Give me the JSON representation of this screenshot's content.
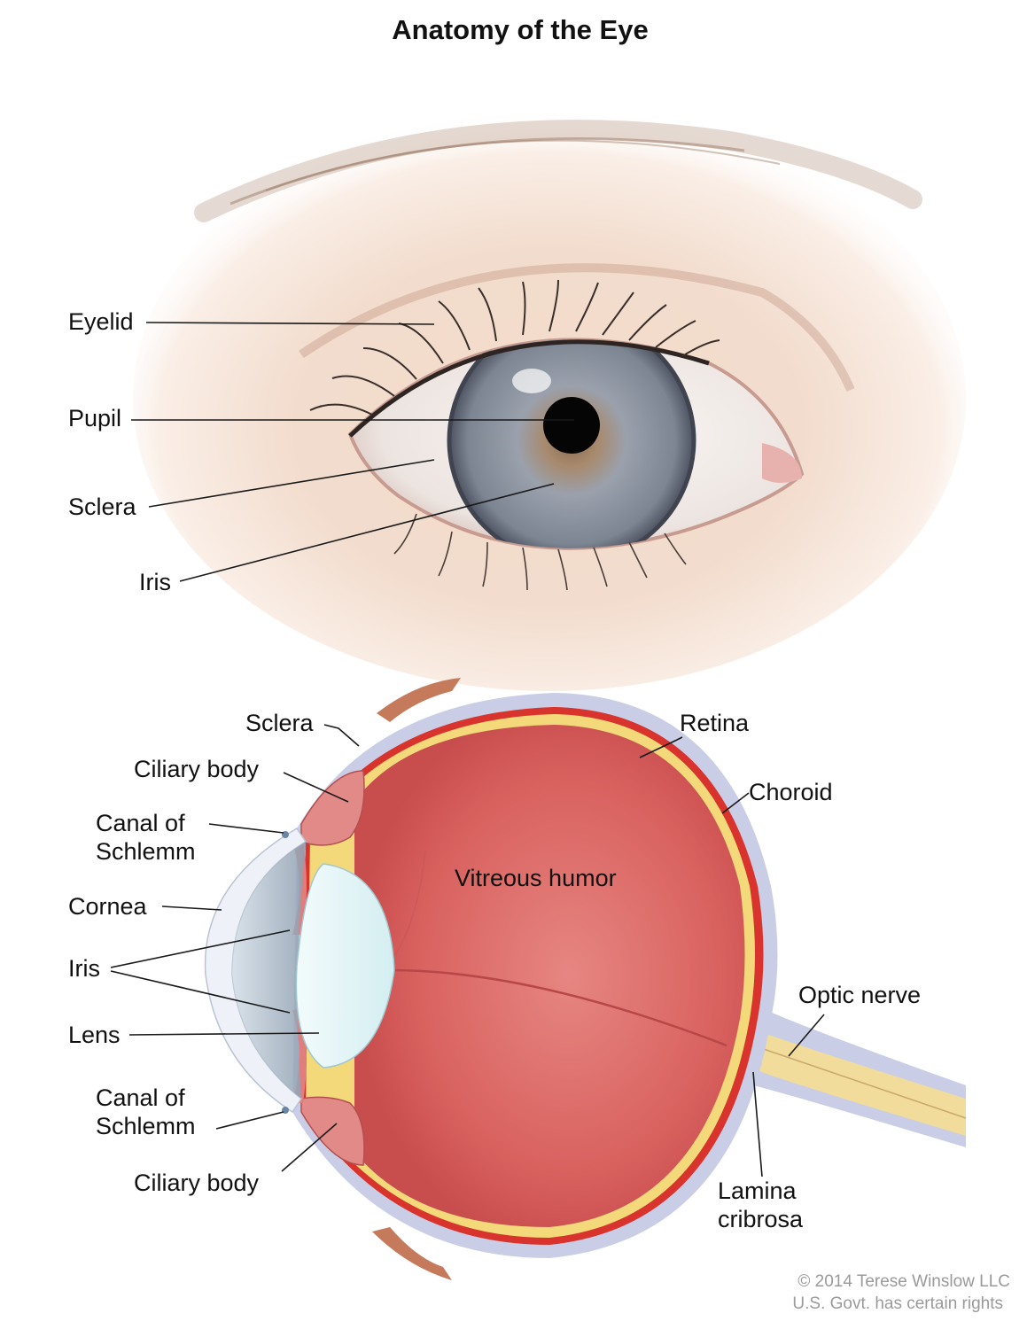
{
  "title": "Anatomy of the Eye",
  "external_view": {
    "labels": {
      "eyelid": "Eyelid",
      "pupil": "Pupil",
      "sclera": "Sclera",
      "iris": "Iris"
    }
  },
  "cross_section": {
    "labels": {
      "sclera": "Sclera",
      "ciliary_body_top": "Ciliary body",
      "canal_top_line1": "Canal of",
      "canal_top_line2": "Schlemm",
      "cornea": "Cornea",
      "iris": "Iris",
      "lens": "Lens",
      "canal_bottom_line1": "Canal of",
      "canal_bottom_line2": "Schlemm",
      "ciliary_body_bottom": "Ciliary body",
      "retina": "Retina",
      "choroid": "Choroid",
      "vitreous_humor": "Vitreous humor",
      "optic_nerve": "Optic nerve",
      "lamina_line1": "Lamina",
      "lamina_line2": "cribrosa"
    }
  },
  "copyright": {
    "line1": "© 2014 Terese Winslow LLC",
    "line2": "U.S. Govt. has certain rights"
  },
  "colors": {
    "skin": "#f1d9c8",
    "iris": "#7b8594",
    "sclera_layer": "#c9cde6",
    "retina": "#f3d97a",
    "choroid": "#d8332c",
    "vitreous": "#d96a68",
    "lens": "#dff4f6",
    "optic_nerve": "#f1dc9c"
  }
}
